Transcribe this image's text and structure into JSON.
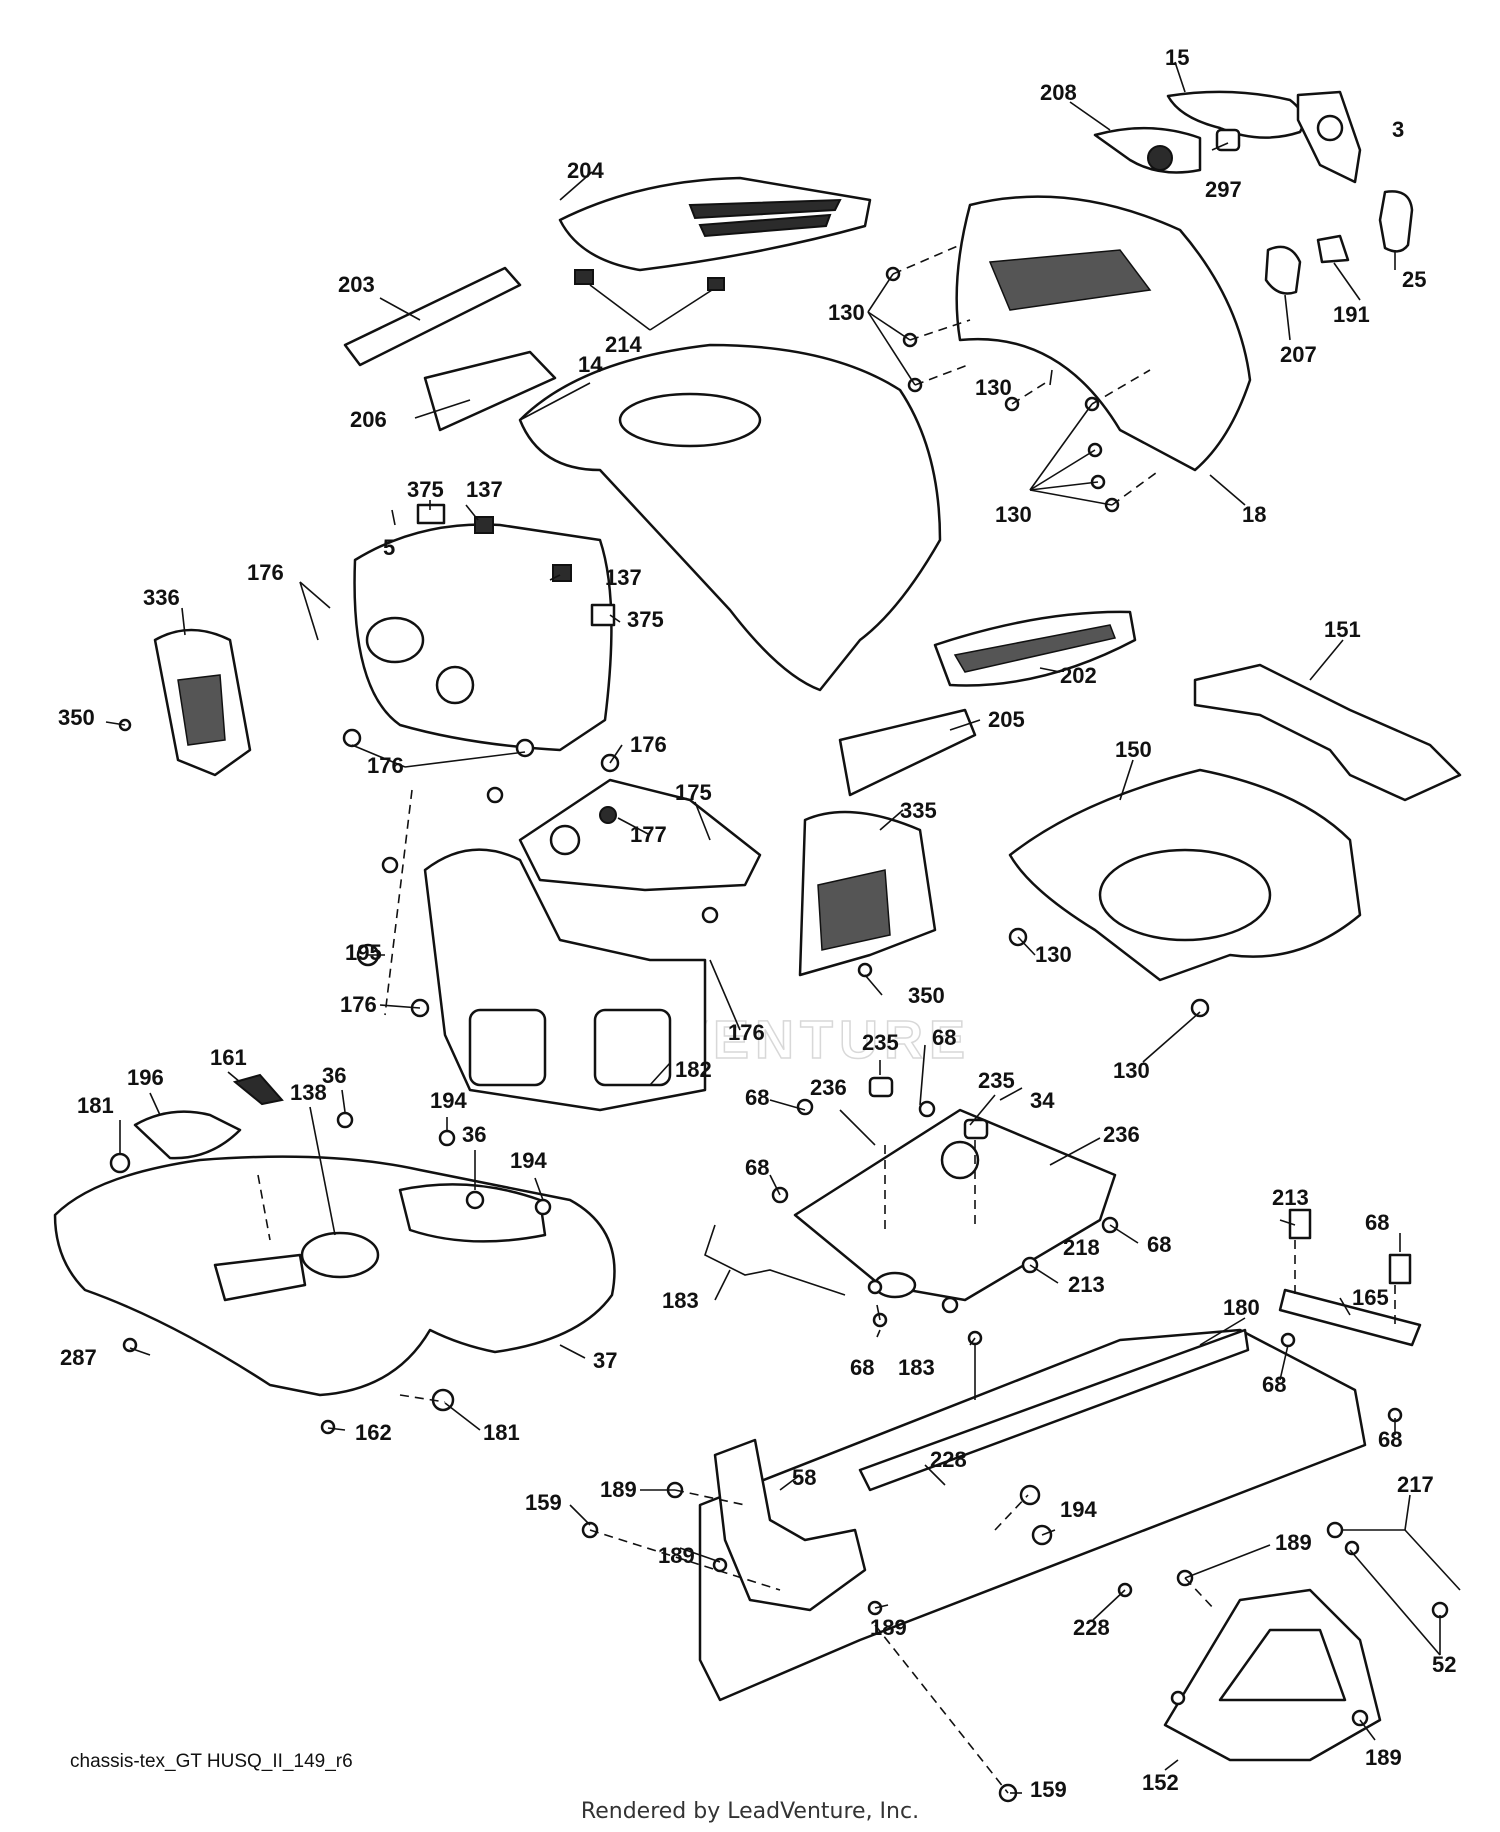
{
  "diagram": {
    "caption": "chassis-tex_GT HUSQ_II_149_r6",
    "footer": "Rendered by LeadVenture, Inc.",
    "watermark": "LEADVENTURE",
    "callouts": [
      "15",
      "208",
      "3",
      "297",
      "204",
      "191",
      "25",
      "207",
      "130",
      "203",
      "214",
      "14",
      "130",
      "206",
      "18",
      "130",
      "375",
      "137",
      "5",
      "137",
      "176",
      "375",
      "336",
      "202",
      "151",
      "350",
      "176",
      "205",
      "176",
      "150",
      "175",
      "177",
      "335",
      "195",
      "130",
      "176",
      "176",
      "350",
      "130",
      "182",
      "196",
      "161",
      "181",
      "138",
      "36",
      "194",
      "36",
      "194",
      "235",
      "68",
      "236",
      "235",
      "34",
      "68",
      "236",
      "68",
      "68",
      "213",
      "213",
      "68",
      "218",
      "165",
      "183",
      "68",
      "183",
      "180",
      "287",
      "37",
      "68",
      "162",
      "181",
      "68",
      "228",
      "58",
      "189",
      "217",
      "159",
      "194",
      "189",
      "189",
      "189",
      "228",
      "52",
      "159",
      "152",
      "189"
    ]
  }
}
